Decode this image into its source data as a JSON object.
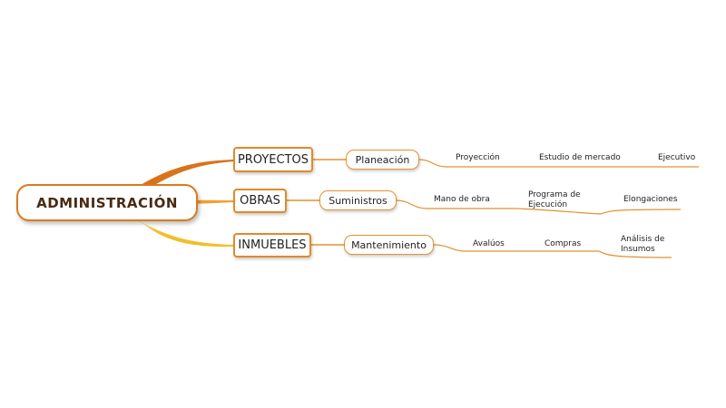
{
  "root": {
    "label": "ADMINISTRACIÓN"
  },
  "branches": [
    {
      "label": "PROYECTOS",
      "child": "Planeación",
      "leaves": [
        "Proyección",
        "Estudio de mercado",
        "Ejecutivo"
      ]
    },
    {
      "label": "OBRAS",
      "child": "Suministros",
      "leaves": [
        "Mano de obra",
        "Programa de Ejecución",
        "Elongaciones"
      ]
    },
    {
      "label": "INMUEBLES",
      "child": "Mantenimiento",
      "leaves": [
        "Avalúos",
        "Compras",
        "Análisis de Insumos"
      ]
    }
  ],
  "colors": {
    "line": "#e0922e",
    "root_border": "#d97a1e",
    "branch_top": "#d9731a",
    "branch_mid": "#f0a030",
    "branch_bottom": "#f2bf2a"
  }
}
